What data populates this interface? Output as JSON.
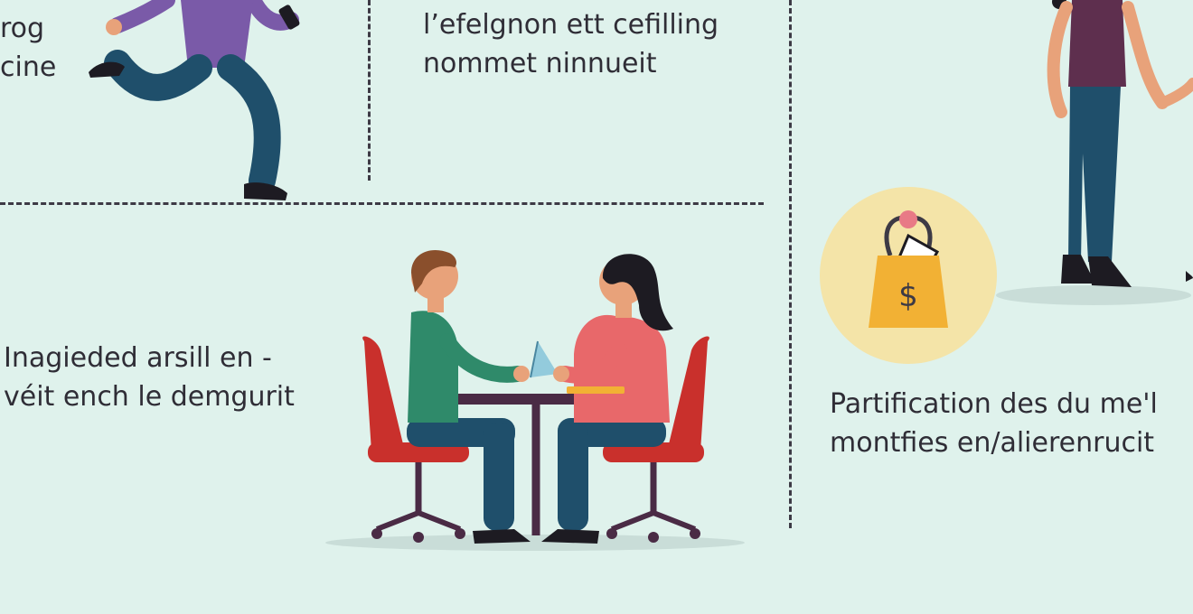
{
  "panels": {
    "top_left": {
      "lines": [
        "rog",
        "cine"
      ]
    },
    "top_middle": {
      "lines": [
        "l’efelgnon ett cefilling",
        "nommet ninnueit"
      ]
    },
    "middle_left": {
      "lines": [
        "Inagieded arsill en -",
        "véit ench le demgurit"
      ]
    },
    "right": {
      "lines": [
        "Partification des du me'l",
        "montfies en/alierenrucit"
      ]
    }
  },
  "icons": {
    "money_bag": {
      "symbol": "$"
    }
  },
  "colors": {
    "background": "#dff2ec",
    "divider": "#3d3a45",
    "chair_red": "#c9302c",
    "shirt_green": "#2f8a6a",
    "shirt_coral": "#e8686a",
    "pants_teal": "#1f4f6b",
    "shirt_purple": "#7a5aa8",
    "top_plum": "#5e2f4e",
    "badge_circle": "#f4e4a8",
    "bag_yellow": "#f2b134"
  }
}
